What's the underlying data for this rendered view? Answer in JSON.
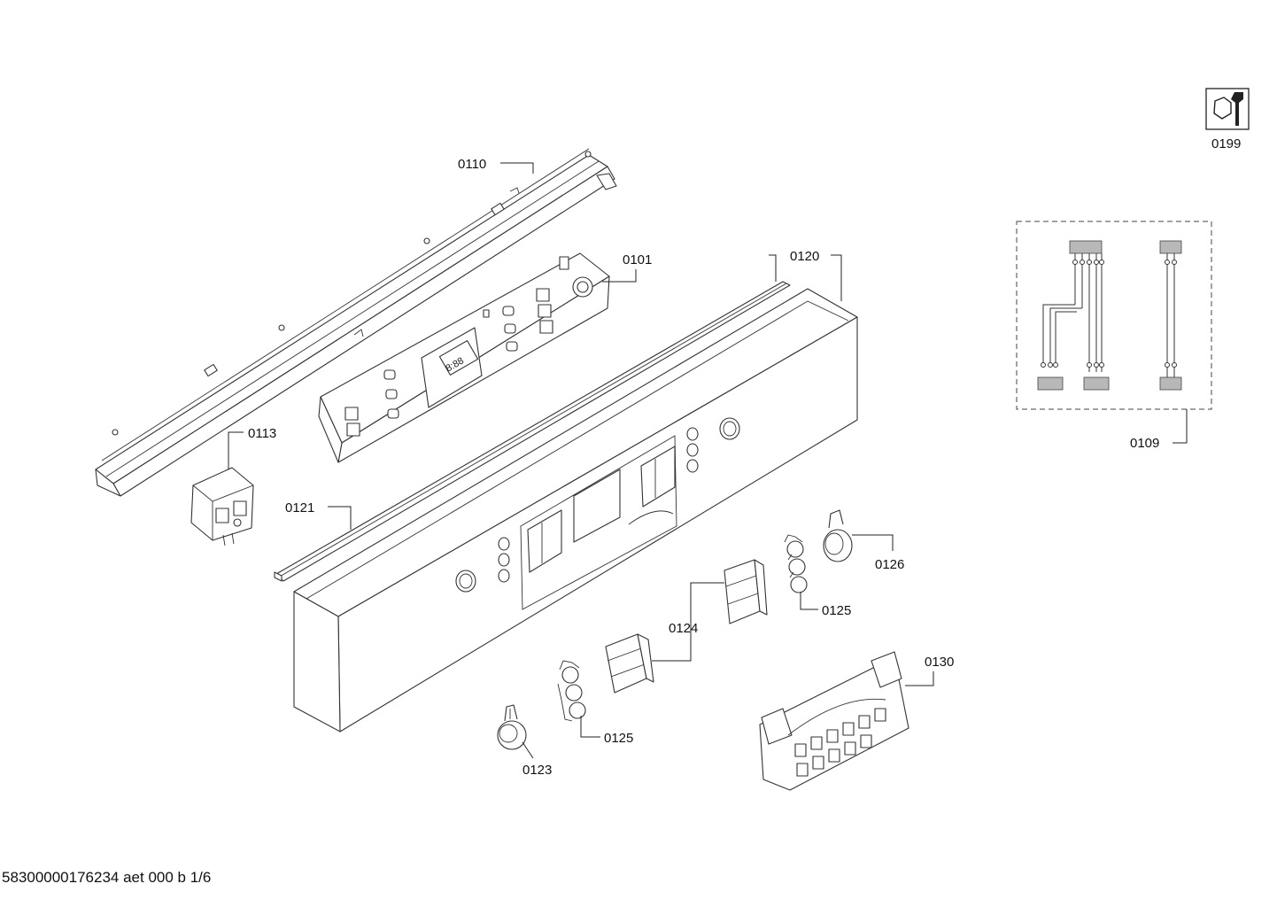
{
  "labels": {
    "p0199": "0199",
    "p0110": "0110",
    "p0101": "0101",
    "p0120": "0120",
    "p0109": "0109",
    "p0113": "0113",
    "p0121": "0121",
    "p0126": "0126",
    "p0125a": "0125",
    "p0124": "0124",
    "p0130": "0130",
    "p0125b": "0125",
    "p0123": "0123"
  },
  "display_text": "8:88",
  "footer": "58300000176234 aet 000 b 1/6"
}
